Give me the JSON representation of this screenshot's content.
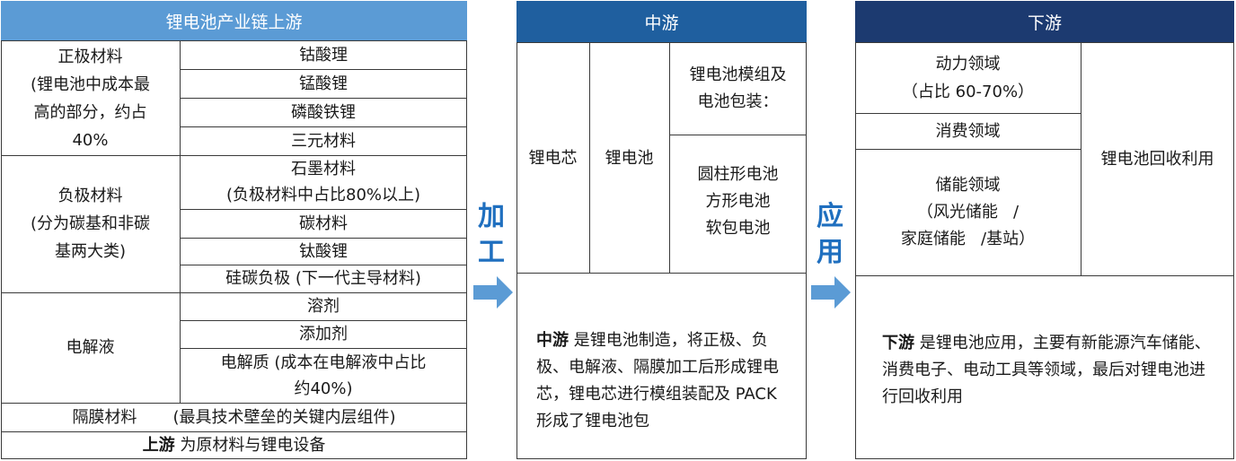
{
  "upstream": {
    "header": "锂电池产业链上游",
    "header_color": "#5b9bd5",
    "cathode": {
      "label_lines": [
        "正极材料",
        "(锂电池中成本最",
        "高的部分，约占",
        "40%"
      ],
      "items": [
        "钴酸理",
        "锰酸锂",
        "磷酸铁锂",
        "三元材料"
      ]
    },
    "anode": {
      "label_lines": [
        "负极材料",
        "(分为碳基和非碳",
        "基两大类)"
      ],
      "items": [
        [
          "石墨材料",
          "(负极材料中占比80%以上)"
        ],
        [
          "碳材料"
        ],
        [
          "钛酸锂"
        ],
        [
          "硅碳负极  (下一代主导材料)"
        ]
      ]
    },
    "electrolyte": {
      "label": "电解液",
      "items": [
        [
          "溶剂"
        ],
        [
          "添加剂"
        ],
        [
          "电解质  (成本在电解液中占比",
          "约40%)"
        ]
      ]
    },
    "separator": "隔膜材料       (最具技术壁垒的关键内层组件)",
    "footer_bold": "上游",
    "footer_rest": " 为原材料与锂电设备"
  },
  "process_label": [
    "加",
    "工"
  ],
  "apply_label": [
    "应",
    "用"
  ],
  "midstream": {
    "header": "中游",
    "header_color": "#1f5f9f",
    "cell": "锂电芯",
    "battery": "锂电池",
    "module_lines": [
      "锂电池模组及",
      "电池包装："
    ],
    "types_lines": [
      "圆柱形电池",
      "方形电池",
      "软包电池"
    ],
    "desc_bold": "中游",
    "desc_rest": " 是锂电池制造，将正极、负极、电解液、隔膜加工后形成锂电芯，锂电芯进行模组装配及 PACK 形成了锂电池包"
  },
  "downstream": {
    "header": "下游",
    "header_color": "#1c3a70",
    "power_lines": [
      "动力领域",
      "（占比 60-70%）"
    ],
    "consumer": "消费领域",
    "storage_lines": [
      "储能领域",
      "（风光储能   /",
      "家庭储能   /基站）"
    ],
    "recycle": "锂电池回收利用",
    "desc_bold": "下游",
    "desc_rest": " 是锂电池应用，主要有新能源汽车储能、消费电子、电动工具等领域，最后对锂电池进行回收利用"
  },
  "colors": {
    "accent": "#1f6fbf",
    "arrow": "#5b9bd5"
  }
}
